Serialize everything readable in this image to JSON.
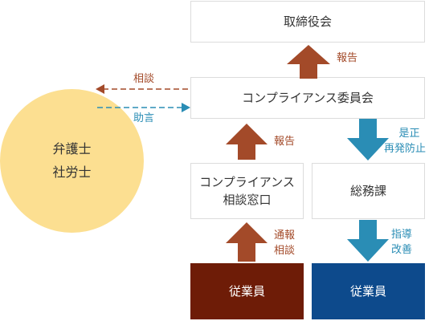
{
  "colors": {
    "red_arrow": "#a34a29",
    "blue_arrow": "#2a8db5",
    "circle_fill": "#fcdf91",
    "employee_left": "#6e1c07",
    "employee_right": "#0d4a8c",
    "box_border": "#dcdcdc"
  },
  "nodes": {
    "board": "取締役会",
    "committee": "コンプライアンス委員会",
    "consult_line1": "コンプライアンス",
    "consult_line2": "相談窓口",
    "general_affairs": "総務課",
    "employee_left": "従業員",
    "employee_right": "従業員",
    "advisor_line1": "弁護士",
    "advisor_line2": "社労士"
  },
  "edges": {
    "committee_to_board": "報告",
    "consult_to_committee": "報告",
    "employee_to_consult_line1": "通報",
    "employee_to_consult_line2": "相談",
    "committee_to_general_line1": "是正",
    "committee_to_general_line2": "再発防止",
    "general_to_employee_line1": "指導",
    "general_to_employee_line2": "改善",
    "committee_to_advisor": "相談",
    "advisor_to_committee": "助言"
  }
}
